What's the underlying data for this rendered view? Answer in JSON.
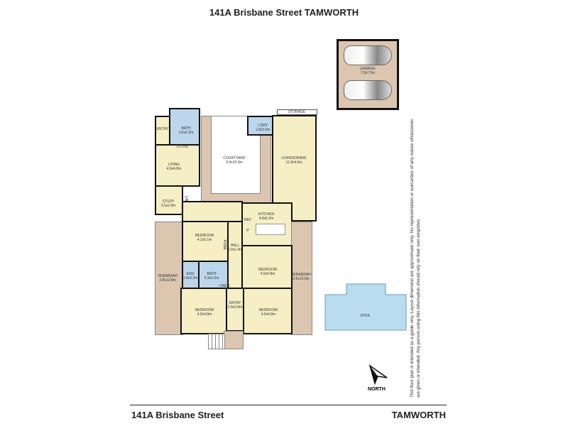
{
  "header": {
    "title": "141A Brisbane Street TAMWORTH"
  },
  "rooms": {
    "garage": {
      "name": "GARAGE",
      "size": "7.0x7.5m"
    },
    "storage": {
      "name": "STORAGE"
    },
    "entry_rear": {
      "name": "ENTRY"
    },
    "bath_rear": {
      "name": "BATH",
      "size": "3.6x2.2m"
    },
    "stove": {
      "name": "STOVE"
    },
    "living": {
      "name": "LIVING",
      "size": "4.0x4.8m"
    },
    "study": {
      "name": "STUDY",
      "size": "3.5x2.8m"
    },
    "linen1": {
      "name": "LINEN"
    },
    "courtyard": {
      "name": "COURTYARD",
      "size": "9.5x10.0m"
    },
    "laundry": {
      "name": "L'DRY",
      "size": "1.8x2.6m"
    },
    "living_dining": {
      "name": "LIVING/DINING",
      "size": "11.9x4.6m"
    },
    "kitchen": {
      "name": "KITCHEN",
      "size": "4.8x5.2m"
    },
    "ref": {
      "name": "REF"
    },
    "pantry": {
      "name": "P"
    },
    "bedroom1": {
      "name": "BEDROOM",
      "size": "4.1x5.1m"
    },
    "hall": {
      "name": "HALL",
      "size": "9.0x1.4m"
    },
    "robe": {
      "name": "ROBE"
    },
    "veranda_left": {
      "name": "VERANDAH",
      "size": "2.8x12.8m"
    },
    "veranda_right": {
      "name": "VERANDAH",
      "size": "2.6x13.0m"
    },
    "ens": {
      "name": "ENS",
      "size": "1.5x3.2m"
    },
    "bath": {
      "name": "BATH",
      "size": "3.3x2.5m"
    },
    "linen2": {
      "name": "LINEN"
    },
    "bedroom2": {
      "name": "BEDROOM",
      "size": "4.0x4.8m"
    },
    "bedroom3": {
      "name": "BEDROOM",
      "size": "4.0x4.8m"
    },
    "entry_front": {
      "name": "ENTRY",
      "size": "2.0x3.8m"
    },
    "bedroom4": {
      "name": "BEDROOM",
      "size": "4.0x4.8m"
    },
    "pool": {
      "name": "POOL"
    }
  },
  "compass": {
    "label": "NORTH"
  },
  "disclaimer": "This floor plan is intended as a guide only. Layout dimension are approximate only. No representation or warranties of any nature whatsoever are given or intended. Any person using this information should rely on their own enquiries.",
  "footer": {
    "address": "141A Brisbane Street",
    "suburb": "TAMWORTH"
  },
  "colors": {
    "room": "#f6eec4",
    "wet": "#bcd6ec",
    "outdoor": "#dcc6b0",
    "pool": "#b9dcef"
  }
}
